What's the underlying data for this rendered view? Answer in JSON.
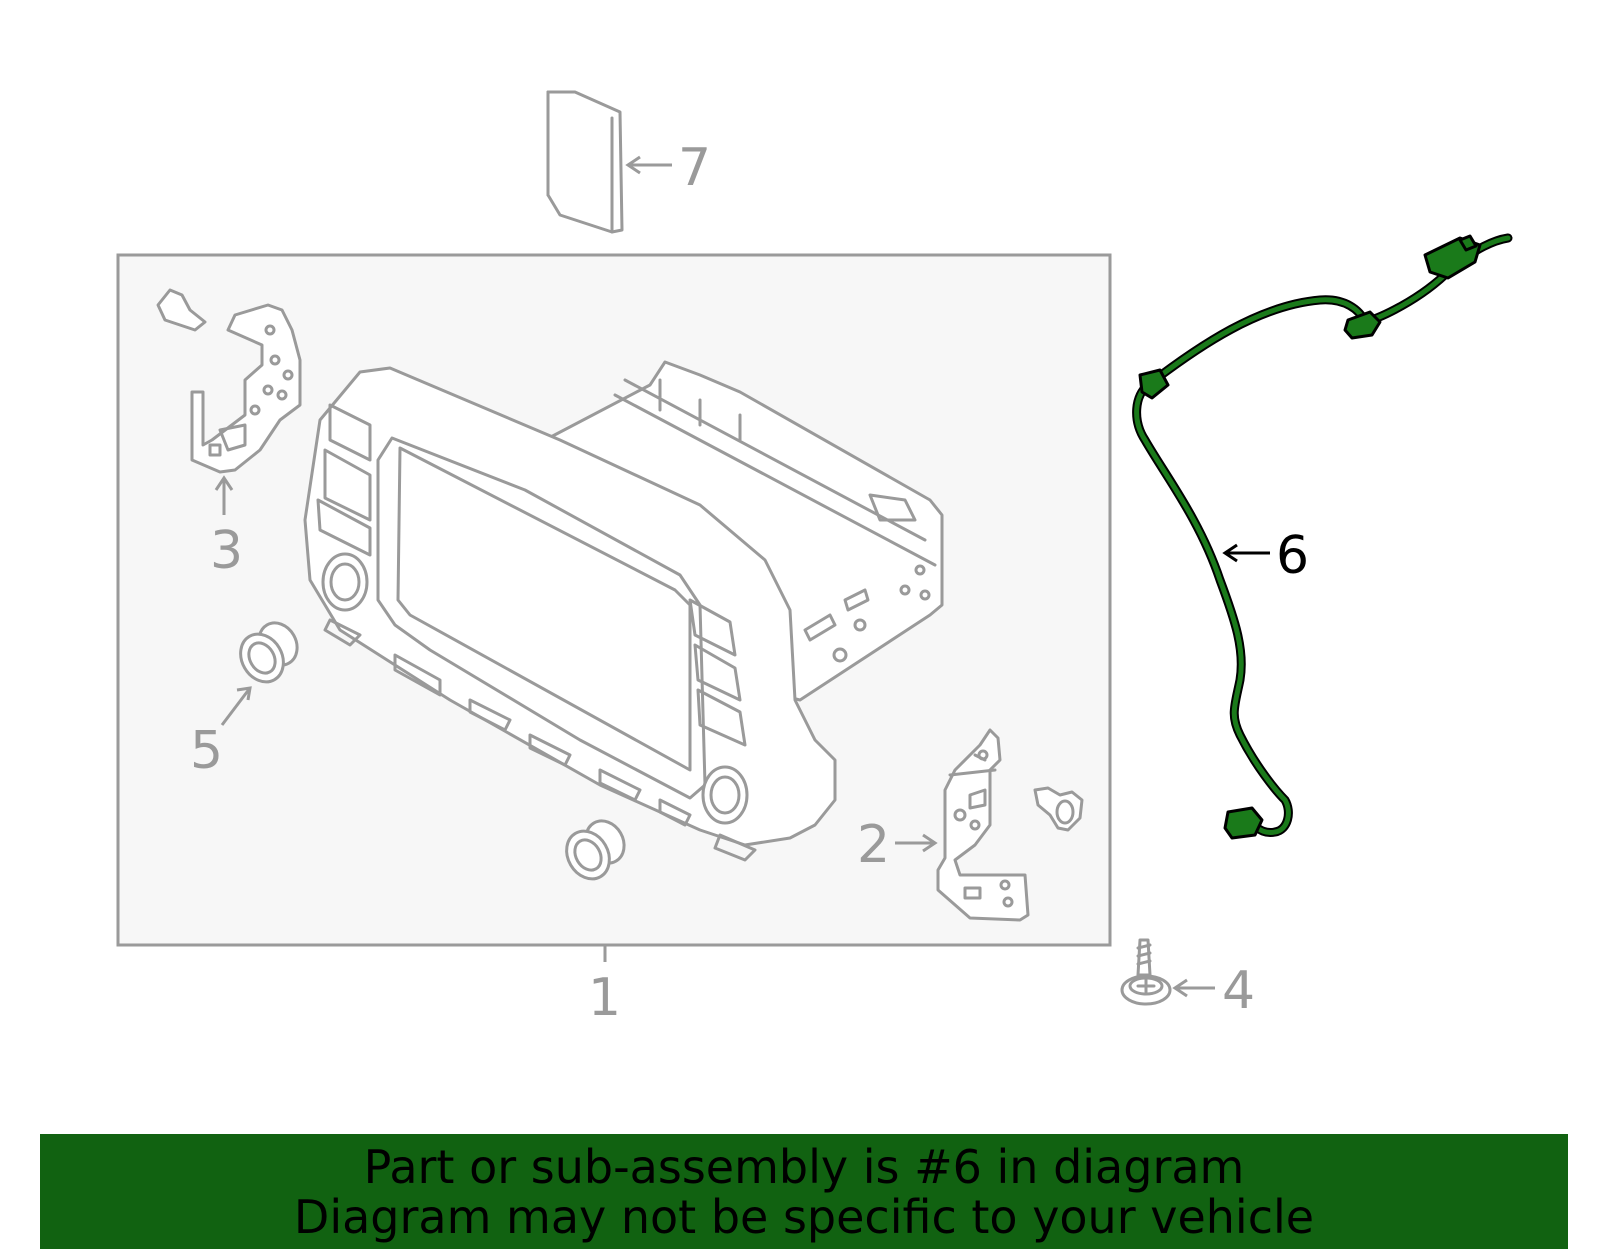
{
  "callouts": {
    "c1": "1",
    "c2": "2",
    "c3": "3",
    "c4": "4",
    "c5": "5",
    "c6": "6",
    "c7": "7"
  },
  "highlighted_part": "6",
  "colors": {
    "highlight": "#1a7a1a",
    "banner_bg": "#116211",
    "part_stroke": "#9a9a9a",
    "box_fill": "#f7f7f7"
  },
  "banner": {
    "line1": "Part or sub-assembly is #6 in diagram",
    "line2": "Diagram may not be specific to your vehicle"
  }
}
